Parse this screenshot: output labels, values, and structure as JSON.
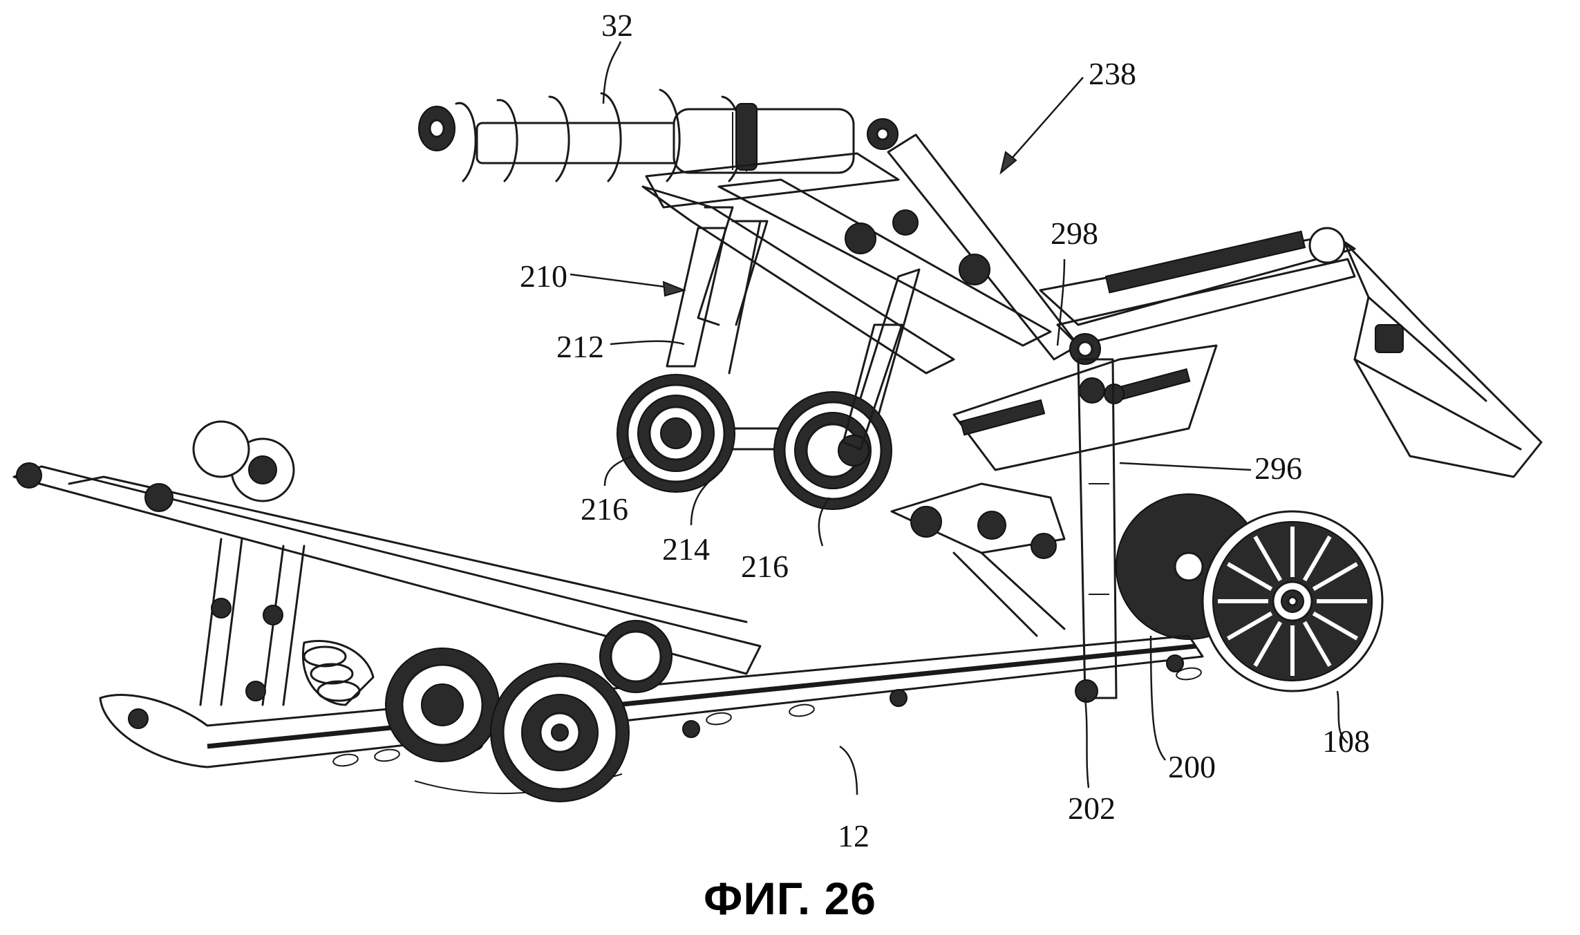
{
  "figure": {
    "caption": "ФИГ. 26",
    "subject": "snowmobile rear suspension assembly, perspective view",
    "reference_numerals": [
      {
        "id": "ref-32",
        "label": "32",
        "part": "shock absorber"
      },
      {
        "id": "ref-238",
        "label": "238",
        "part": "rear suspension assembly"
      },
      {
        "id": "ref-298",
        "label": "298",
        "part": "pivot"
      },
      {
        "id": "ref-210",
        "label": "210",
        "part": "front idler wheel assembly"
      },
      {
        "id": "ref-212",
        "label": "212",
        "part": "arm"
      },
      {
        "id": "ref-216a",
        "label": "216",
        "part": "idler wheel"
      },
      {
        "id": "ref-214",
        "label": "214",
        "part": "axle"
      },
      {
        "id": "ref-216b",
        "label": "216",
        "part": "idler wheel"
      },
      {
        "id": "ref-296",
        "label": "296",
        "part": "link"
      },
      {
        "id": "ref-12",
        "label": "12",
        "part": "slide rail"
      },
      {
        "id": "ref-202",
        "label": "202",
        "part": "pivot"
      },
      {
        "id": "ref-200",
        "label": "200",
        "part": "rear arm"
      },
      {
        "id": "ref-108",
        "label": "108",
        "part": "rear idler wheel"
      }
    ]
  }
}
